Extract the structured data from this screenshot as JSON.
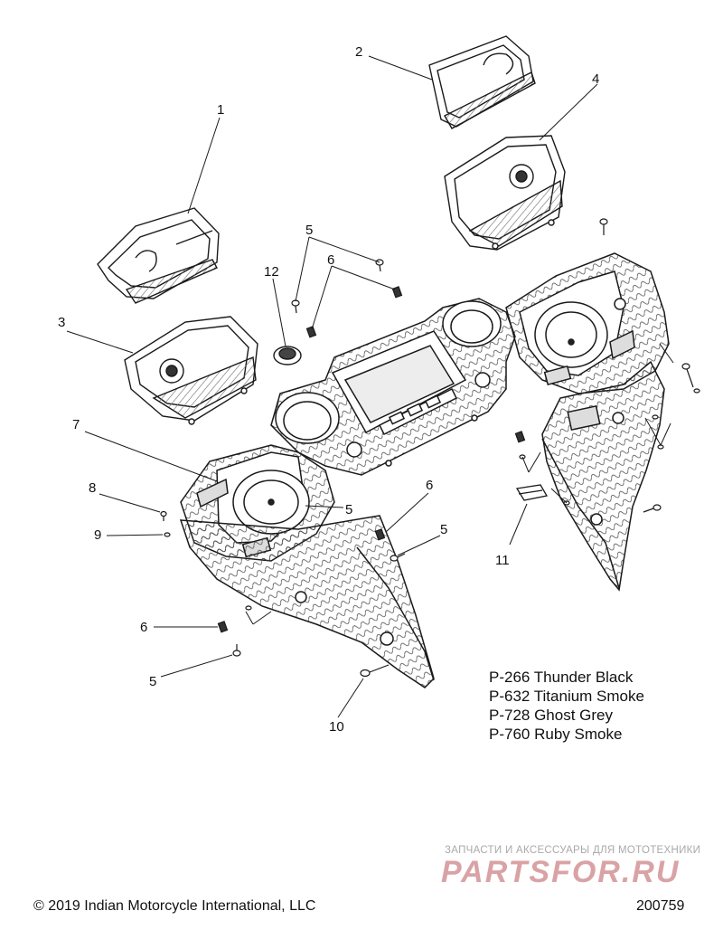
{
  "callouts": {
    "c1": "1",
    "c2": "2",
    "c3": "3",
    "c4": "4",
    "c5a": "5",
    "c5b": "5",
    "c5c": "5",
    "c5d": "5",
    "c6a": "6",
    "c6b": "6",
    "c6c": "6",
    "c7": "7",
    "c8": "8",
    "c9": "9",
    "c10": "10",
    "c11": "11",
    "c12": "12"
  },
  "legend": [
    "P-266 Thunder Black",
    "P-632 Titanium Smoke",
    "P-728 Ghost Grey",
    "P-760 Ruby Smoke"
  ],
  "watermark": {
    "subtitle": "ЗАПЧАСТИ И АКСЕССУАРЫ ДЛЯ МОТОТЕХНИКИ",
    "logo_text": "PARTSFOR.RU",
    "color": "#d9a3a6"
  },
  "footer": {
    "copyright": "© 2019 Indian Motorcycle International, LLC",
    "doc_number": "200759"
  },
  "colors": {
    "line": "#1a1a1a",
    "fill": "#ffffff",
    "shade": "#9a9a9a"
  }
}
